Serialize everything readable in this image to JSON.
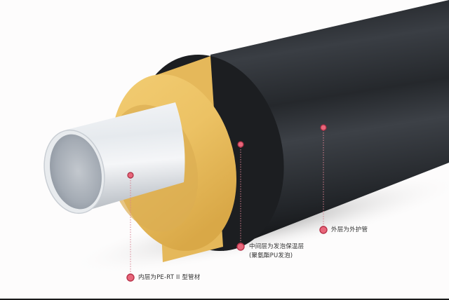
{
  "figure": {
    "subject": "Pre-insulated pipe cross-section",
    "colors": {
      "background": "#fdfcfc",
      "inner_pipe": "#e9ecef",
      "inner_pipe_bore": "#aeb4bc",
      "foam": "#e8bd5c",
      "foam_face": "#efc86a",
      "outer_jacket": "#2b2e33",
      "marker": "#e8667a",
      "marker_ring": "#b8334a",
      "leader_line": "#d98090",
      "label_text": "#333333"
    }
  },
  "callouts": [
    {
      "id": "inner",
      "marker_icon": "dot-marker-icon",
      "text_lines": [
        "内层为PE-RT II 型管材"
      ]
    },
    {
      "id": "middle",
      "marker_icon": "dot-marker-icon",
      "text_lines": [
        "中间层为发泡保温层",
        "(聚氨酯PU发泡)"
      ]
    },
    {
      "id": "outer",
      "marker_icon": "dot-marker-icon",
      "text_lines": [
        "外层为外护管"
      ]
    }
  ]
}
